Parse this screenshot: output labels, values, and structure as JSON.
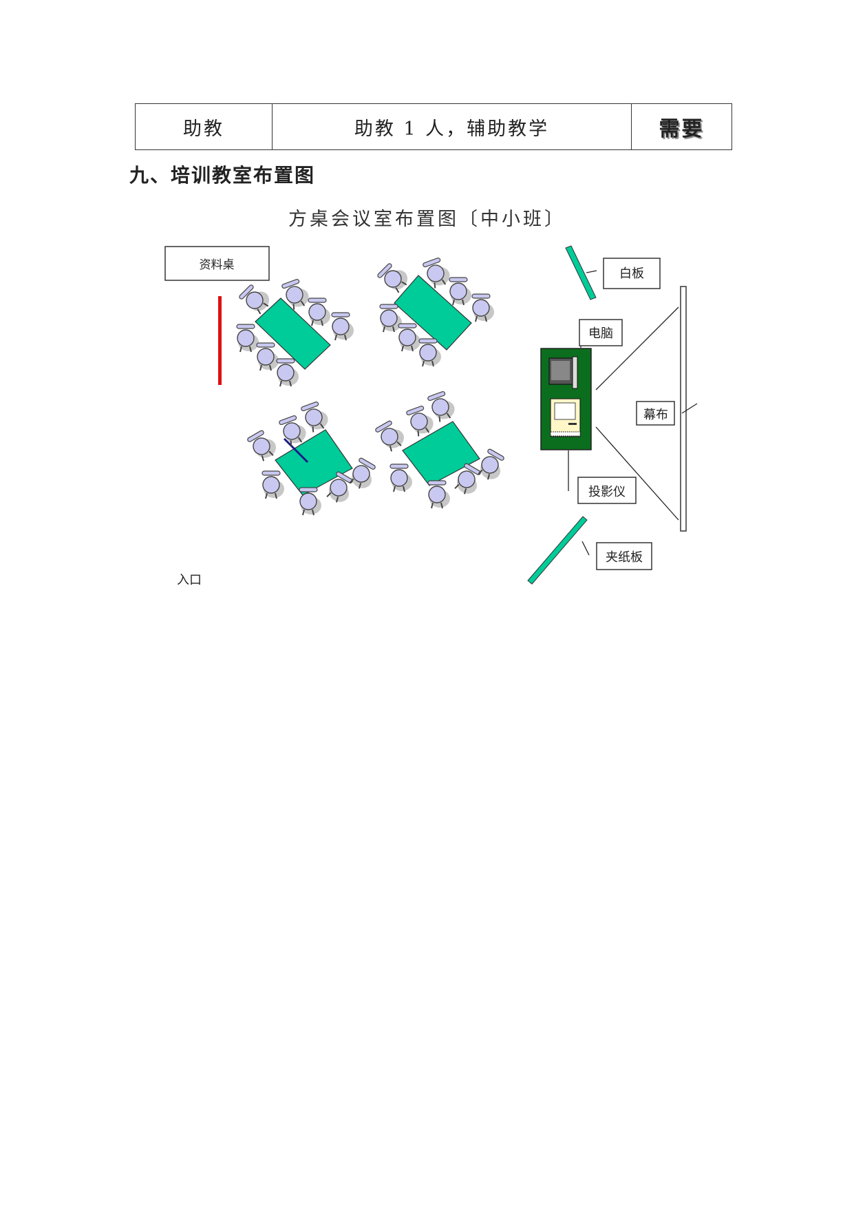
{
  "table": {
    "row": [
      "助教",
      "助教 1 人，辅助教学",
      "需要"
    ]
  },
  "section_heading": "九、培训教室布置图",
  "diagram": {
    "title": "方桌会议室布置图〔中小班〕",
    "labels": {
      "materials_table": "资料桌",
      "whiteboard": "白板",
      "computer": "电脑",
      "screen": "幕布",
      "projector": "投影仪",
      "flipchart": "夹纸板",
      "entrance": "入口"
    },
    "colors": {
      "table_fill": "#00cc99",
      "chair_fill": "#c8c8f0",
      "console_fill": "#0b6e1e",
      "entrance_bar": "#dd1111"
    }
  }
}
